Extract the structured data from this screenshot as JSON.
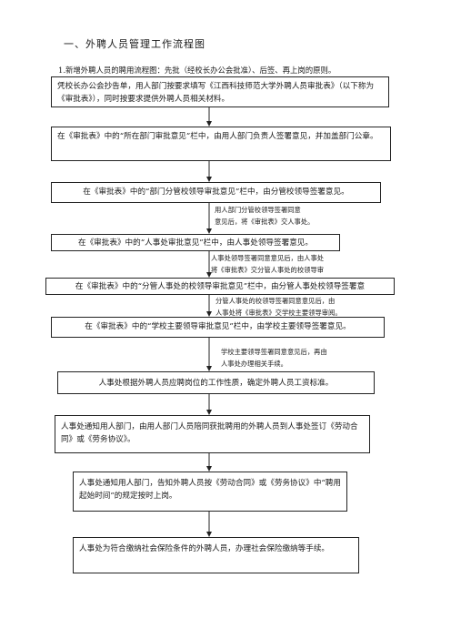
{
  "heading": "一、外聘人员管理工作流程图",
  "intro": "1.新增外聘人员的聘用流程图：先批（经校长办公会批准）、后签、再上岗的原则。",
  "steps": [
    "凭校长办公会抄告单，用人部门按要求填写《江西科技师范大学外聘人员审批表》（以下称为《审批表》），同时按要求提供外聘人员相关材料。",
    "在《审批表》中的“所在部门审批意见”栏中，由用人部门负责人签署意见，并加盖部门公章。",
    "在《审批表》中的“部门分管校领导审批意见”栏中，由分管校领导签署意见。",
    "在《审批表》中的“人事处审批意见”栏中，由人事处领导签署意见。",
    "在《审批表》中的“分管人事处的校领导审批意见”栏中，由分管人事处校领导签署意",
    "在《审批表》中的“学校主要领导审批意见”栏中，由学校主要领导签署意见。",
    "人事处根据外聘人员应聘岗位的工作性质，确定外聘人员工资标准。",
    "人事处通知用人部门，由用人部门人员陪同获批聘用的外聘人员到人事处签订《劳动合同》或《劳务协议》。",
    "人事处通知用人部门，告知外聘人员按《劳动合同》或《劳务协议》中“聘用起始时间”的规定按时上岗。",
    "人事处为符合缴纳社会保险条件的外聘人员，办理社会保险缴纳等手续。"
  ],
  "notes": [
    {
      "line1": "用人部门分管校领导签署同意",
      "line2": "意见后，将《审批表》交人事处。"
    },
    {
      "line1": "人事处领导签署同意意见后，由人事处",
      "line2": "将《审批表》交分管人事处的校领导审"
    },
    {
      "line1": "分管人事处的校领导签署同意意见后，由",
      "line2": "人事处将《审批表》交学校主要领导审阅。"
    },
    {
      "line1": "学校主要领导签署同意意见后，再由",
      "line2": "人事处办理相关手续。"
    }
  ]
}
